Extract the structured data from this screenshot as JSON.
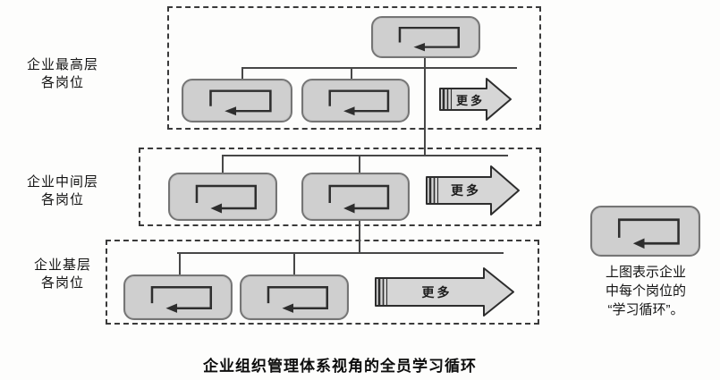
{
  "diagram_title": "企业组织管理体系视角的全员学习循环",
  "levels": [
    {
      "name": "top",
      "label_line1": "企业最高层",
      "label_line2": "各岗位",
      "more_label": "更多"
    },
    {
      "name": "middle",
      "label_line1": "企业中间层",
      "label_line2": "各岗位",
      "more_label": "更多"
    },
    {
      "name": "bottom",
      "label_line1": "企业基层",
      "label_line2": "各岗位",
      "more_label": "更多"
    }
  ],
  "legend": {
    "line1": "上图表示企业",
    "line2": "中每个岗位的",
    "line3": "“学习循环”。"
  },
  "colors": {
    "box_fill": "#cfcfcf",
    "box_border": "#757575",
    "arrow_fill": "#d6d6d6",
    "arrow_outline": "#2d2d2d",
    "connector_line": "#474747",
    "dashed_border": "#3a3a3a",
    "text": "#141414",
    "background": "#fdfdfc"
  }
}
